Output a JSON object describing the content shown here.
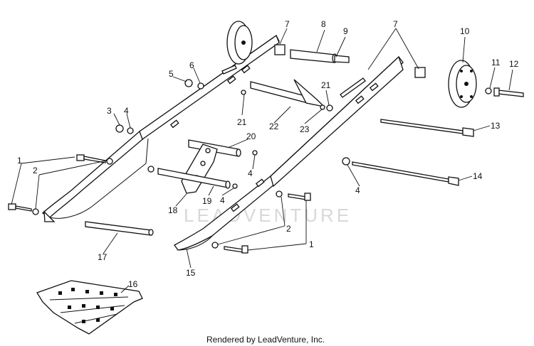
{
  "diagram": {
    "watermark": "LEADVENTURE",
    "footer": "Rendered by LeadVenture, Inc.",
    "callouts": [
      "1",
      "1",
      "2",
      "2",
      "3",
      "4",
      "4",
      "4",
      "4",
      "5",
      "6",
      "7",
      "7",
      "8",
      "9",
      "10",
      "11",
      "12",
      "13",
      "14",
      "15",
      "16",
      "17",
      "18",
      "19",
      "20",
      "21",
      "21",
      "22",
      "23"
    ]
  }
}
